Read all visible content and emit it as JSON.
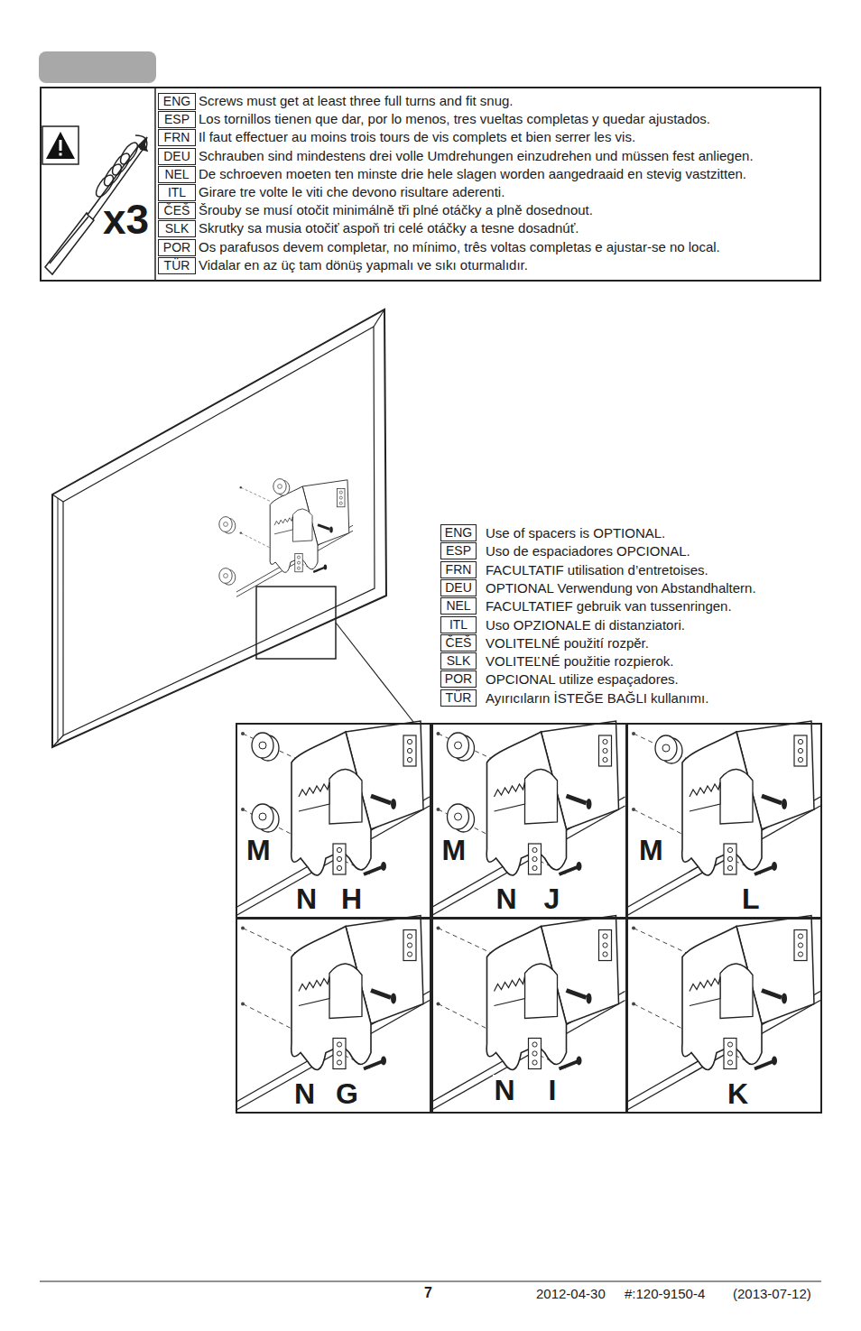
{
  "diagram": {
    "nodes": [
      {
        "text": [
          "x3",
          "Screws must get at least three full turns and fit snug.",
          "Los tornillos tienen que dar, por lo menos, tres vueltas completas y quedar ajustados.",
          "Il faut effectuer au moins trois tours de vis complets et bien serrer les vis.",
          "Schrauben sind mindestens drei volle Umdrehungen einzudrehen und müssen fest anliegen.",
          "De schroeven moeten ten minste drie hele slagen worden aangedraaid en stevig vastzitten.",
          "Girare tre volte le viti che devono risultare aderenti.",
          "Šrouby se musí otočit minimálně tři plné otáčky a plně dosednout.",
          "Skrutky sa musia otočiť aspoň tri celé otáčky a tesne dosadnúť.",
          "Os parafusos devem completar, no mínimo, três voltas completas e ajustar-se no local.",
          "Vidalar en az üç tam dönüş yapmalı ve sıkı oturmalıdır."
        ]
      },
      {
        "text": [
          "ENG"
        ],
        "in": 0
      },
      {
        "text": [
          "ESP"
        ],
        "in": 0
      },
      {
        "text": [
          "FRN"
        ],
        "in": 0
      },
      {
        "text": [
          "DEU"
        ],
        "in": 0
      },
      {
        "text": [
          "NEL"
        ],
        "in": 0
      },
      {
        "text": [
          "ITL"
        ],
        "in": 0
      },
      {
        "text": [
          "ČEŠ"
        ],
        "in": 0
      },
      {
        "text": [
          "SLK"
        ],
        "in": 0
      },
      {
        "text": [
          "POR"
        ],
        "in": 0
      },
      {
        "text": [
          "TÜR"
        ],
        "in": 0
      },
      {
        "text": [
          "ENG"
        ]
      },
      {
        "text": [
          "ESP"
        ]
      },
      {
        "text": [
          "FRN"
        ]
      },
      {
        "text": [
          "DEU"
        ]
      },
      {
        "text": [
          "NEL"
        ]
      },
      {
        "text": [
          "ITL"
        ]
      },
      {
        "text": [
          "ČEŠ"
        ]
      },
      {
        "text": [
          "SLK"
        ]
      },
      {
        "text": [
          "POR"
        ]
      },
      {
        "text": [
          "TÜR"
        ]
      },
      {
        "text": [
          "M",
          "N",
          "H"
        ]
      },
      {
        "text": [
          "M",
          "N",
          "J"
        ]
      },
      {
        "text": [
          "M",
          "L"
        ]
      },
      {
        "text": [
          "N",
          "G"
        ]
      },
      {
        "text": [
          "N",
          "I"
        ]
      },
      {
        "text": [
          "K"
        ]
      }
    ],
    "labels": [
      "Use of spacers is OPTIONAL.",
      "Uso de espaciadores OPCIONAL.",
      "FACULTATIF utilisation d’entretoises.",
      "OPTIONAL Verwendung von Abstandhaltern.",
      "FACULTATIEF gebruik van tussenringen.",
      "Uso OPZIONALE di distanziatori.",
      "VOLITELNÉ použití rozpěr.",
      "VOLITEĽNÉ použitie rozpierok.",
      "OPCIONAL utilize espaçadores.",
      "Ayırıcıların İSTEĞE BAĞLI kullanımı.",
      "7",
      "2012-04-30",
      "#:120-9150-4",
      "(2013-07-12)"
    ]
  }
}
